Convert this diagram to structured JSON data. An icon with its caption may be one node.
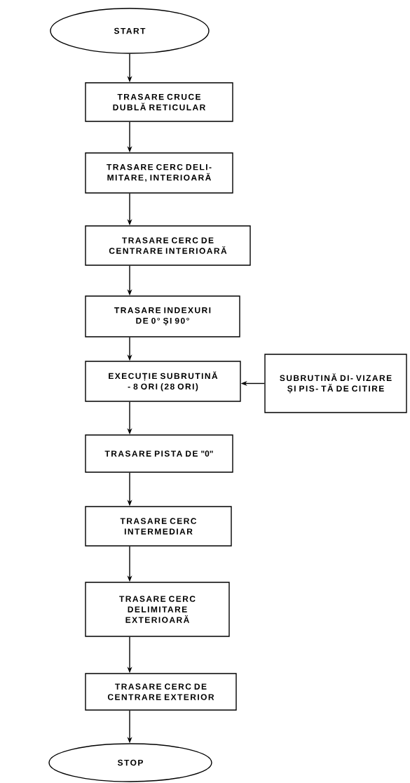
{
  "diagram": {
    "nodes": [
      {
        "text": [
          "START"
        ]
      },
      {
        "text": [
          "TRASARE CRUCE DUBLĂ RETICULAR"
        ]
      },
      {
        "text": [
          "TRASARE CERC DELI- MITARE, INTERIOARĂ"
        ]
      },
      {
        "text": [
          "TRASARE CERC DE CENTRARE INTERIOARĂ"
        ]
      },
      {
        "text": [
          "TRASARE INDEXURI DE 0° ȘI 90°"
        ]
      },
      {
        "text": [
          "EXECUȚIE SUBRUTINĂ - 8 ORI (28 ORI)"
        ]
      },
      {
        "text": [
          "SUBRUTINĂ DI- VIZARE ȘI PIS- TĂ DE CITIRE"
        ]
      },
      {
        "text": [
          "TRASARE PISTA DE \"0\""
        ]
      },
      {
        "text": [
          "TRASARE CERC INTERMEDIAR"
        ]
      },
      {
        "text": [
          "TRASARE CERC DELIMITARE EXTERIOARĂ"
        ]
      },
      {
        "text": [
          "TRASARE CERC DE CENTRARE EXTERIOR"
        ]
      },
      {
        "text": [
          "STOP"
        ]
      }
    ],
    "edges": [
      {
        "from": 0,
        "to": 1,
        "arrow": "to"
      },
      {
        "from": 1,
        "to": 2,
        "arrow": "to"
      },
      {
        "from": 2,
        "to": 3,
        "arrow": "to"
      },
      {
        "from": 3,
        "to": 4,
        "arrow": "to"
      },
      {
        "from": 4,
        "to": 5,
        "arrow": "to"
      },
      {
        "from": 6,
        "to": 5,
        "arrow": "to"
      },
      {
        "from": 5,
        "to": 7,
        "arrow": "to"
      },
      {
        "from": 7,
        "to": 8,
        "arrow": "to"
      },
      {
        "from": 8,
        "to": 9,
        "arrow": "to"
      },
      {
        "from": 9,
        "to": 10,
        "arrow": "to"
      },
      {
        "from": 10,
        "to": 11,
        "arrow": "to"
      }
    ]
  }
}
